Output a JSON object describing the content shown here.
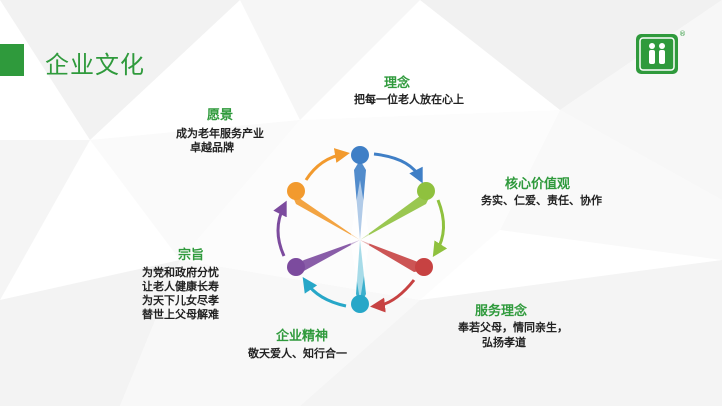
{
  "page": {
    "title": "企业文化",
    "logo_mark": "®"
  },
  "colors": {
    "brand": "#2f9a3c",
    "blue": "#3f7fc6",
    "green": "#8fc13e",
    "red": "#c74242",
    "cyan": "#27a7c8",
    "purple": "#7c4b9e",
    "orange": "#f29a2e"
  },
  "sections": {
    "linian": {
      "title": "理念",
      "lines": [
        "把每一位老人放在心上"
      ]
    },
    "hexin": {
      "title": "核心价值观",
      "lines": [
        "务实、仁爱、责任、协作"
      ]
    },
    "fuwu": {
      "title": "服务理念",
      "lines": [
        "奉若父母，情同亲生，",
        "弘扬孝道"
      ]
    },
    "jingshen": {
      "title": "企业精神",
      "lines": [
        "敬天爱人、知行合一"
      ]
    },
    "zongzhi": {
      "title": "宗旨",
      "lines": [
        "为党和政府分忧",
        "让老人健康长寿",
        "为天下儿女尽孝",
        "替世上父母解难"
      ]
    },
    "yuanjing": {
      "title": "愿景",
      "lines": [
        "成为老年服务产业",
        "卓越品牌"
      ]
    }
  }
}
